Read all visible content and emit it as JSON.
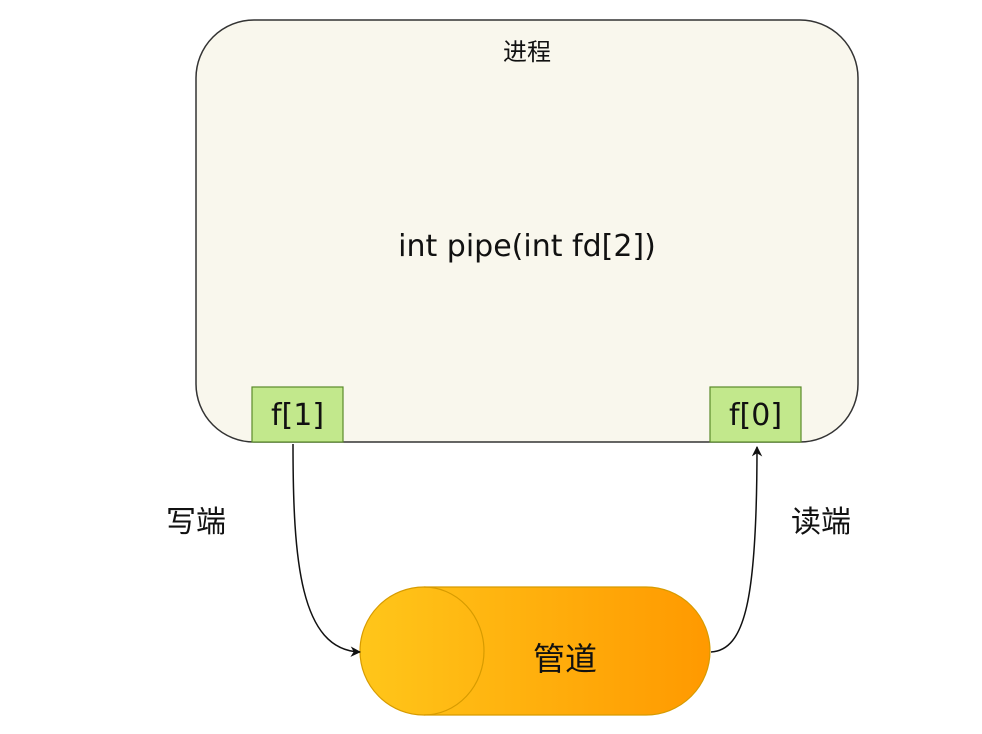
{
  "process": {
    "title": "进程",
    "function_signature": "int pipe(int fd[2])"
  },
  "fds": {
    "write_fd": "f[1]",
    "read_fd": "f[0]"
  },
  "labels": {
    "write_end": "写端",
    "read_end": "读端"
  },
  "pipe": {
    "label": "管道"
  },
  "colors": {
    "process_fill": "#f9f7ed",
    "process_stroke": "#333333",
    "fd_fill": "#c2e88c",
    "fd_stroke": "#5a8a2a",
    "pipe_gradient_start": "#ffc61a",
    "pipe_gradient_end": "#ff9900",
    "pipe_stroke": "#d79b00",
    "arrow": "#111111"
  }
}
